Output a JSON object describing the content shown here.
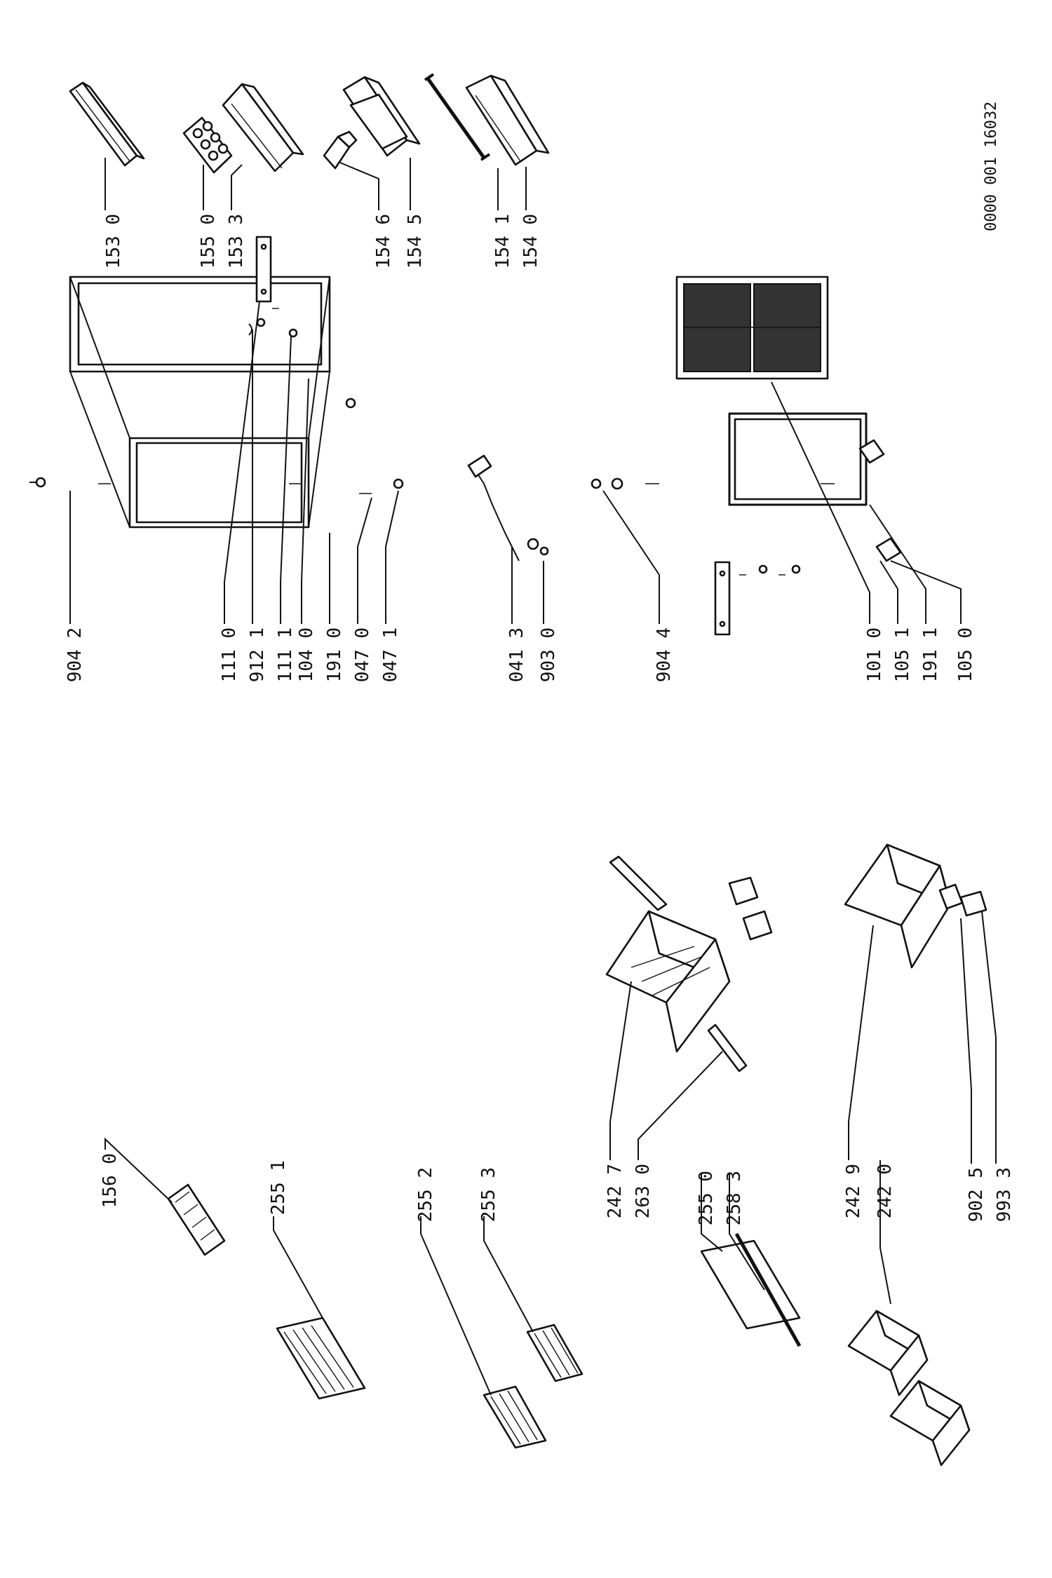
{
  "drawing_id": "0000 001 16032",
  "callouts": [
    {
      "id": "c1530",
      "label": "153 0"
    },
    {
      "id": "c1550",
      "label": "155 0"
    },
    {
      "id": "c1533",
      "label": "153 3"
    },
    {
      "id": "c1546",
      "label": "154 6"
    },
    {
      "id": "c1545",
      "label": "154 5"
    },
    {
      "id": "c1541",
      "label": "154 1"
    },
    {
      "id": "c1540",
      "label": "154 0"
    },
    {
      "id": "c9042",
      "label": "904 2"
    },
    {
      "id": "c1110",
      "label": "111 0"
    },
    {
      "id": "c9121",
      "label": "912 1"
    },
    {
      "id": "c1111",
      "label": "111 1"
    },
    {
      "id": "c1040",
      "label": "104 0"
    },
    {
      "id": "c1910",
      "label": "191 0"
    },
    {
      "id": "c0470",
      "label": "047 0"
    },
    {
      "id": "c0471",
      "label": "047 1"
    },
    {
      "id": "c0413",
      "label": "041 3"
    },
    {
      "id": "c9030",
      "label": "903 0"
    },
    {
      "id": "c9044",
      "label": "904 4"
    },
    {
      "id": "c1010",
      "label": "101 0"
    },
    {
      "id": "c1051",
      "label": "105 1"
    },
    {
      "id": "c1911",
      "label": "191 1"
    },
    {
      "id": "c1050",
      "label": "105 0"
    },
    {
      "id": "c1560",
      "label": "156 0"
    },
    {
      "id": "c2551",
      "label": "255 1"
    },
    {
      "id": "c2552",
      "label": "255 2"
    },
    {
      "id": "c2553",
      "label": "255 3"
    },
    {
      "id": "c2427",
      "label": "242 7"
    },
    {
      "id": "c2630",
      "label": "263 0"
    },
    {
      "id": "c2550",
      "label": "255 0"
    },
    {
      "id": "c2583",
      "label": "258 3"
    },
    {
      "id": "c2429",
      "label": "242 9"
    },
    {
      "id": "c2420",
      "label": "242 0"
    },
    {
      "id": "c9025",
      "label": "902 5"
    },
    {
      "id": "c9933",
      "label": "993 3"
    }
  ]
}
